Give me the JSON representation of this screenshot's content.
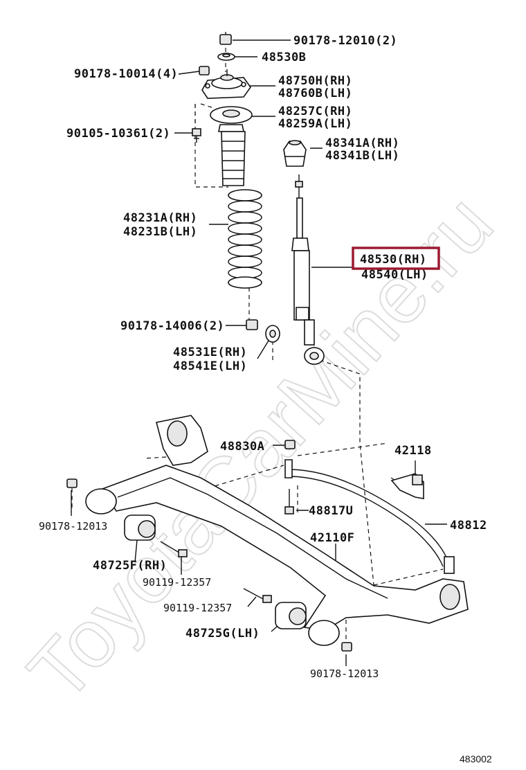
{
  "watermark": "ToyotaCarMine.ru",
  "diagram_code": "483002",
  "highlight_color": "#9b1b30",
  "labels": {
    "nut_top": "90178-12010(2)",
    "washer_top": "48530B",
    "nut_support": "90178-10014(4)",
    "support_rh": "48750H(RH)",
    "support_lh": "48760B(LH)",
    "bolt_support": "90105-10361(2)",
    "seat_rh": "48257C(RH)",
    "seat_lh": "48259A(LH)",
    "bumper_rh": "48341A(RH)",
    "bumper_lh": "48341B(LH)",
    "spring_rh": "48231A(RH)",
    "spring_lh": "48231B(LH)",
    "absorber_rh": "48530(RH)",
    "absorber_lh": "48540(LH)",
    "nut_absorber": "90178-14006(2)",
    "retainer_rh": "48531E(RH)",
    "retainer_lh": "48541E(LH)",
    "nut_stab": "48830A",
    "bracket_stab": "42118",
    "nut_axle_left": "90178-12013",
    "bolt_stab": "48817U",
    "stabilizer": "48812",
    "axle_beam": "42110F",
    "bushing_rh": "48725F(RH)",
    "bolt_bush_1": "90119-12357",
    "bolt_bush_2": "90119-12357",
    "bushing_lh": "48725G(LH)",
    "nut_axle_right": "90178-12013"
  }
}
